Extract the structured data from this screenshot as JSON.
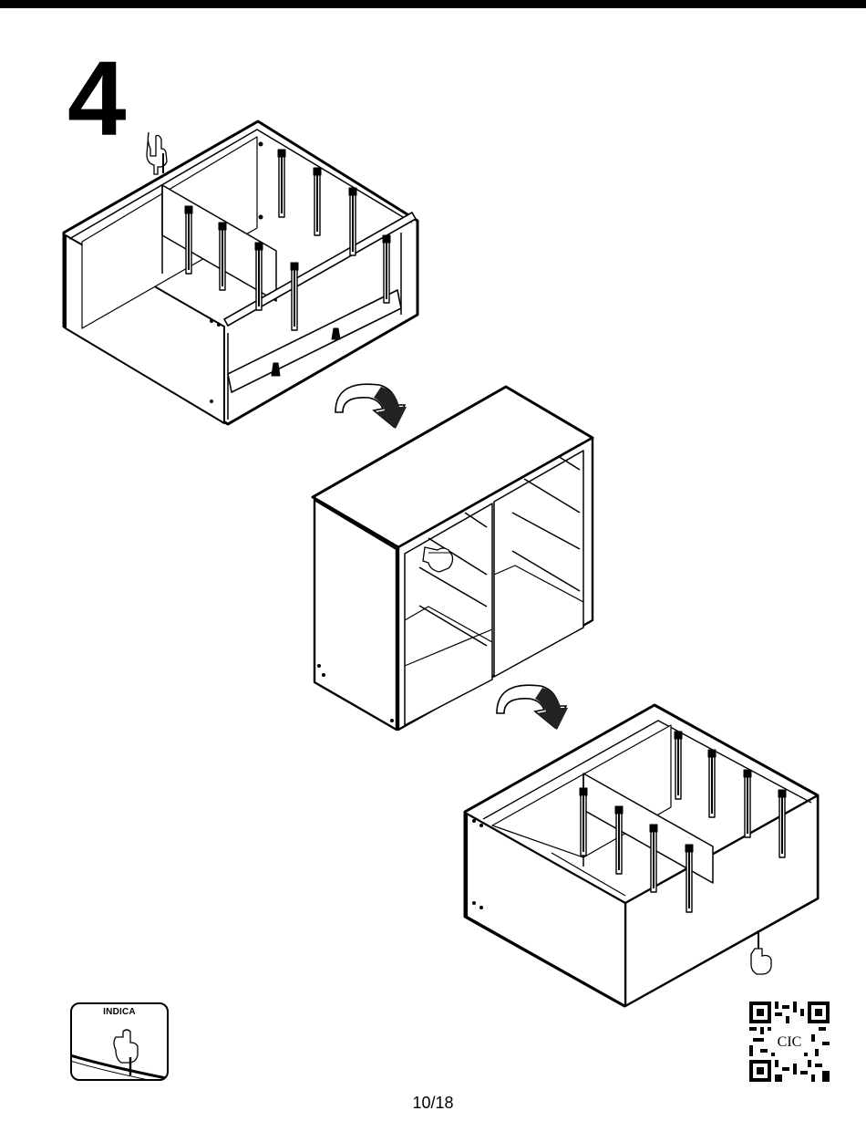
{
  "step": {
    "number": "4"
  },
  "illustrations": [
    {
      "name": "cabinet-upside-down",
      "icon": "hand-pointing-down-icon"
    },
    {
      "name": "cabinet-on-side",
      "icon": "hand-pointing-left-icon"
    },
    {
      "name": "cabinet-upright",
      "icon": "hand-pointing-up-icon"
    }
  ],
  "arrows": [
    "rotate-arrow-icon",
    "rotate-arrow-icon"
  ],
  "legend": {
    "label": "INDICA",
    "icon": "hand-indicator-icon"
  },
  "qr": {
    "text": "CIC"
  },
  "footer": {
    "page": "10/18"
  }
}
